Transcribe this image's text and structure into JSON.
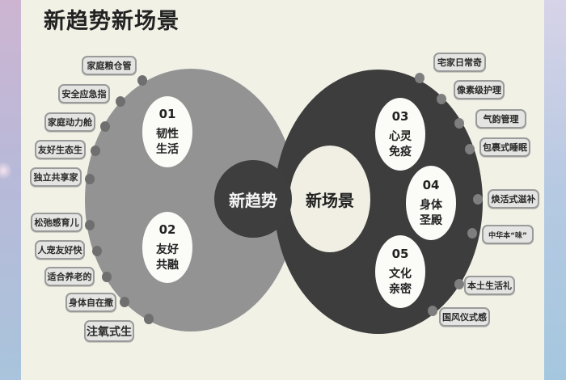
{
  "title": "新趋势新场景",
  "center": {
    "left_label": "新趋势",
    "right_label": "新场景"
  },
  "trends": [
    {
      "num": "01",
      "text": "韧性生活"
    },
    {
      "num": "02",
      "text": "友好共融"
    }
  ],
  "scenes": [
    {
      "num": "03",
      "text": "心灵免疫"
    },
    {
      "num": "04",
      "text": "身体圣殿"
    },
    {
      "num": "05",
      "text": "文化亲密"
    }
  ],
  "left_tags": [
    "家庭粮仓管",
    "安全应急指",
    "家庭动力舱",
    "友好生态生",
    "独立共享家",
    "松弛感育儿",
    "人宠友好快",
    "适合养老的",
    "身体自在撒",
    "注氧式生"
  ],
  "right_tags": [
    "宅家日常奇",
    "像素级护理",
    "气韵管理",
    "包裹式睡眠",
    "焕活式滋补",
    "中华本“味”",
    "本土生活礼",
    "国风仪式感"
  ],
  "colors": {
    "background": "#f1f1e6",
    "left_circle": "#939393",
    "right_circle": "#3d3d3d",
    "bubble": "#fbfbf8"
  }
}
